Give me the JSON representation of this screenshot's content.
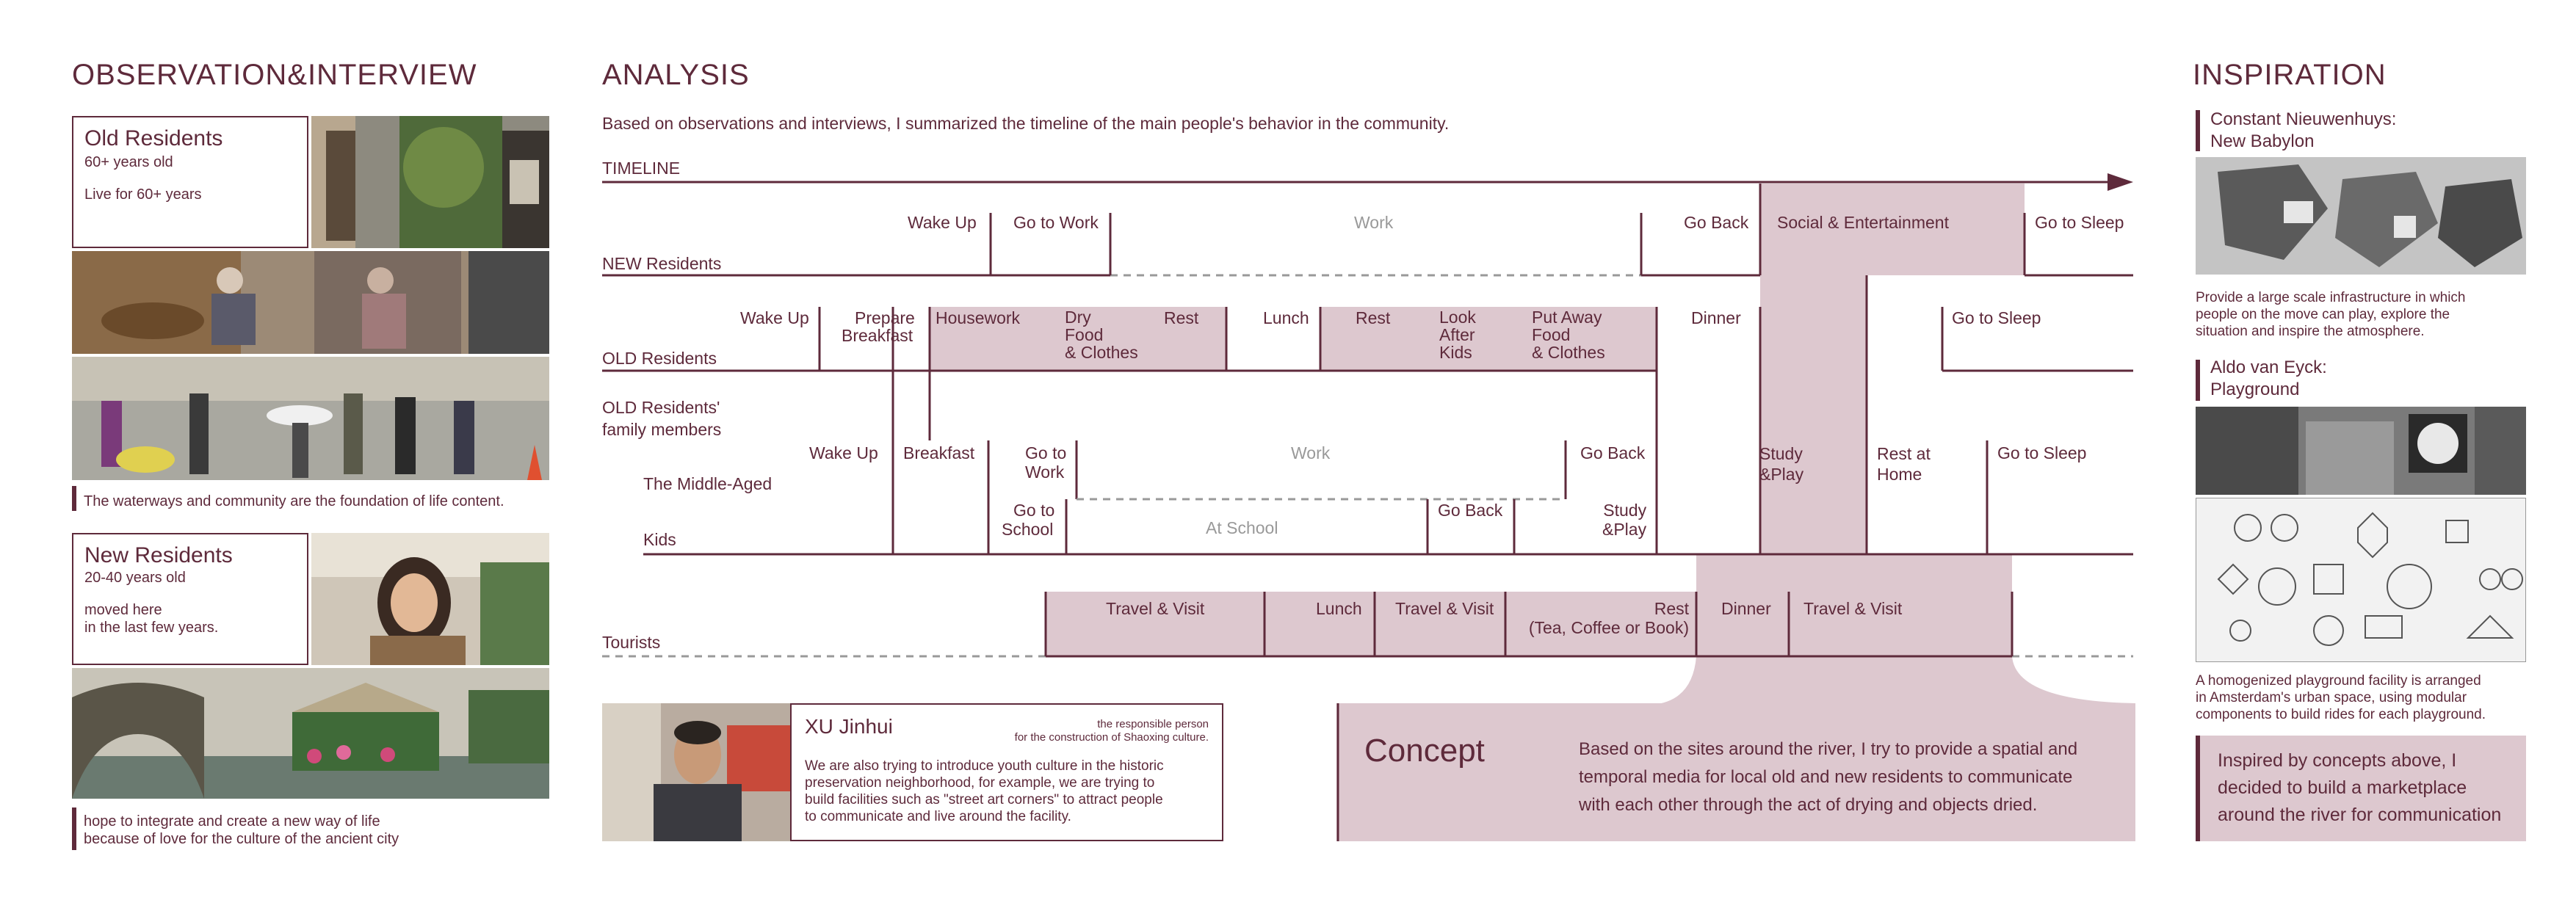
{
  "colors": {
    "accent": "#5e2a3b",
    "pink": "#ddc8cf",
    "grey": "#999999"
  },
  "observation": {
    "title": "OBSERVATION&INTERVIEW",
    "old": {
      "title": "Old Residents",
      "age": "60+ years old",
      "desc": "Live for 60+ years"
    },
    "caption1": "The waterways and community are the foundation of life content.",
    "new": {
      "title": "New Residents",
      "age": "20-40 years old",
      "desc1": "moved here",
      "desc2": "in the last few years."
    },
    "caption2a": "hope to integrate and create a new way of life",
    "caption2b": "because of love for the culture of the ancient city"
  },
  "analysis": {
    "title": "ANALYSIS",
    "intro": "Based on observations and interviews, I summarized the timeline of the main people's behavior in the community.",
    "timeline_label": "TIMELINE",
    "rows": {
      "new": "NEW Residents",
      "old": "OLD Residents",
      "family1": "OLD Residents'",
      "family2": "family members",
      "middle": "The Middle-Aged",
      "kids": "Kids",
      "tourists": "Tourists"
    },
    "new_row": {
      "wake": "Wake Up",
      "gowork": "Go to Work",
      "work": "Work",
      "goback": "Go Back",
      "social": "Social & Entertainment",
      "sleep": "Go to Sleep"
    },
    "old_row": {
      "wake": "Wake Up",
      "prepare1": "Prepare",
      "prepare2": "Breakfast",
      "housework": "Housework",
      "dry1": "Dry",
      "dry2": "Food",
      "dry3": "& Clothes",
      "rest": "Rest",
      "lunch": "Lunch",
      "rest2": "Rest",
      "look1": "Look",
      "look2": "After",
      "look3": "Kids",
      "put1": "Put Away",
      "put2": "Food",
      "put3": "& Clothes",
      "dinner": "Dinner",
      "sleep": "Go to Sleep"
    },
    "middle_row": {
      "wake": "Wake Up",
      "breakfast": "Breakfast",
      "gowork1": "Go to",
      "gowork2": "Work",
      "work": "Work",
      "goback": "Go Back",
      "study1": "Study",
      "study2": "&Play",
      "rest1": "Rest at",
      "rest2": "Home",
      "sleep": "Go to Sleep"
    },
    "kids_row": {
      "school1": "Go to",
      "school2": "School",
      "atschool": "At School",
      "goback": "Go Back",
      "study1": "Study",
      "study2": "&Play"
    },
    "tourist_row": {
      "travel1": "Travel & Visit",
      "lunch": "Lunch",
      "travel2": "Travel & Visit",
      "rest1": "Rest",
      "rest2": "(Tea, Coffee or Book)",
      "dinner": "Dinner",
      "travel3": "Travel & Visit"
    },
    "interview": {
      "name": "XU Jinhui",
      "role1": "the responsible person",
      "role2": "for the construction of Shaoxing culture.",
      "text": [
        "We are also trying to introduce youth culture in the historic",
        "preservation neighborhood, for example, we are trying to",
        "build facilities such as \"street art corners\" to attract people",
        "to communicate and live around the facility."
      ]
    },
    "concept": {
      "title": "Concept",
      "text": [
        "Based on the sites around the river, I try to provide a spatial and",
        "temporal media for local old and new residents to communicate",
        "with each other through the act of drying and objects dried."
      ]
    }
  },
  "inspiration": {
    "title": "INSPIRATION",
    "i1": {
      "name1": "Constant Nieuwenhuys:",
      "name2": "New Babylon",
      "text": [
        "Provide a large scale infrastructure in which",
        "people on the move can play, explore the",
        "situation and inspire the atmosphere."
      ]
    },
    "i2": {
      "name1": "Aldo van Eyck:",
      "name2": "Playground",
      "text": [
        "A homogenized playground facility is arranged",
        "in Amsterdam's urban space, using modular",
        "components to build rides for each playground."
      ]
    },
    "summary": [
      "Inspired by concepts above, I",
      "decided to build a marketplace",
      "around the river for communication"
    ]
  }
}
